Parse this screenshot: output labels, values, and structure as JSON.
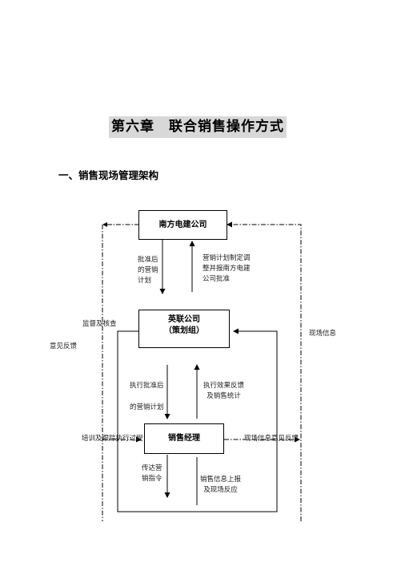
{
  "chapter_title": "第六章　联合销售操作方式",
  "section_heading": "一、销售现场管理架构",
  "org_chart": {
    "nodes": {
      "top": "南方电建公司",
      "middle_line1": "英联公司",
      "middle_line2": "（策划组）",
      "bottom": "销售经理"
    },
    "labels": {
      "approved_plan": "批准后\n的营销\n计划",
      "plan_adjust": "营销计划制定调\n整并报南方电建\n公司批准",
      "supervise": "监督及核查",
      "feedback": "意见反馈",
      "site_info": "现场信息",
      "execute_plan_1": "执行批准后",
      "execute_plan_2": "的营销计划",
      "effect_feedback": "执行效果反馈\n及销售统计",
      "training": "培训及跟踪执行过程",
      "site_feedback": "现场信息意见反馈",
      "convey_orders": "传达营\n销指令",
      "sales_report": "销售信息上报\n及现场反应"
    }
  }
}
